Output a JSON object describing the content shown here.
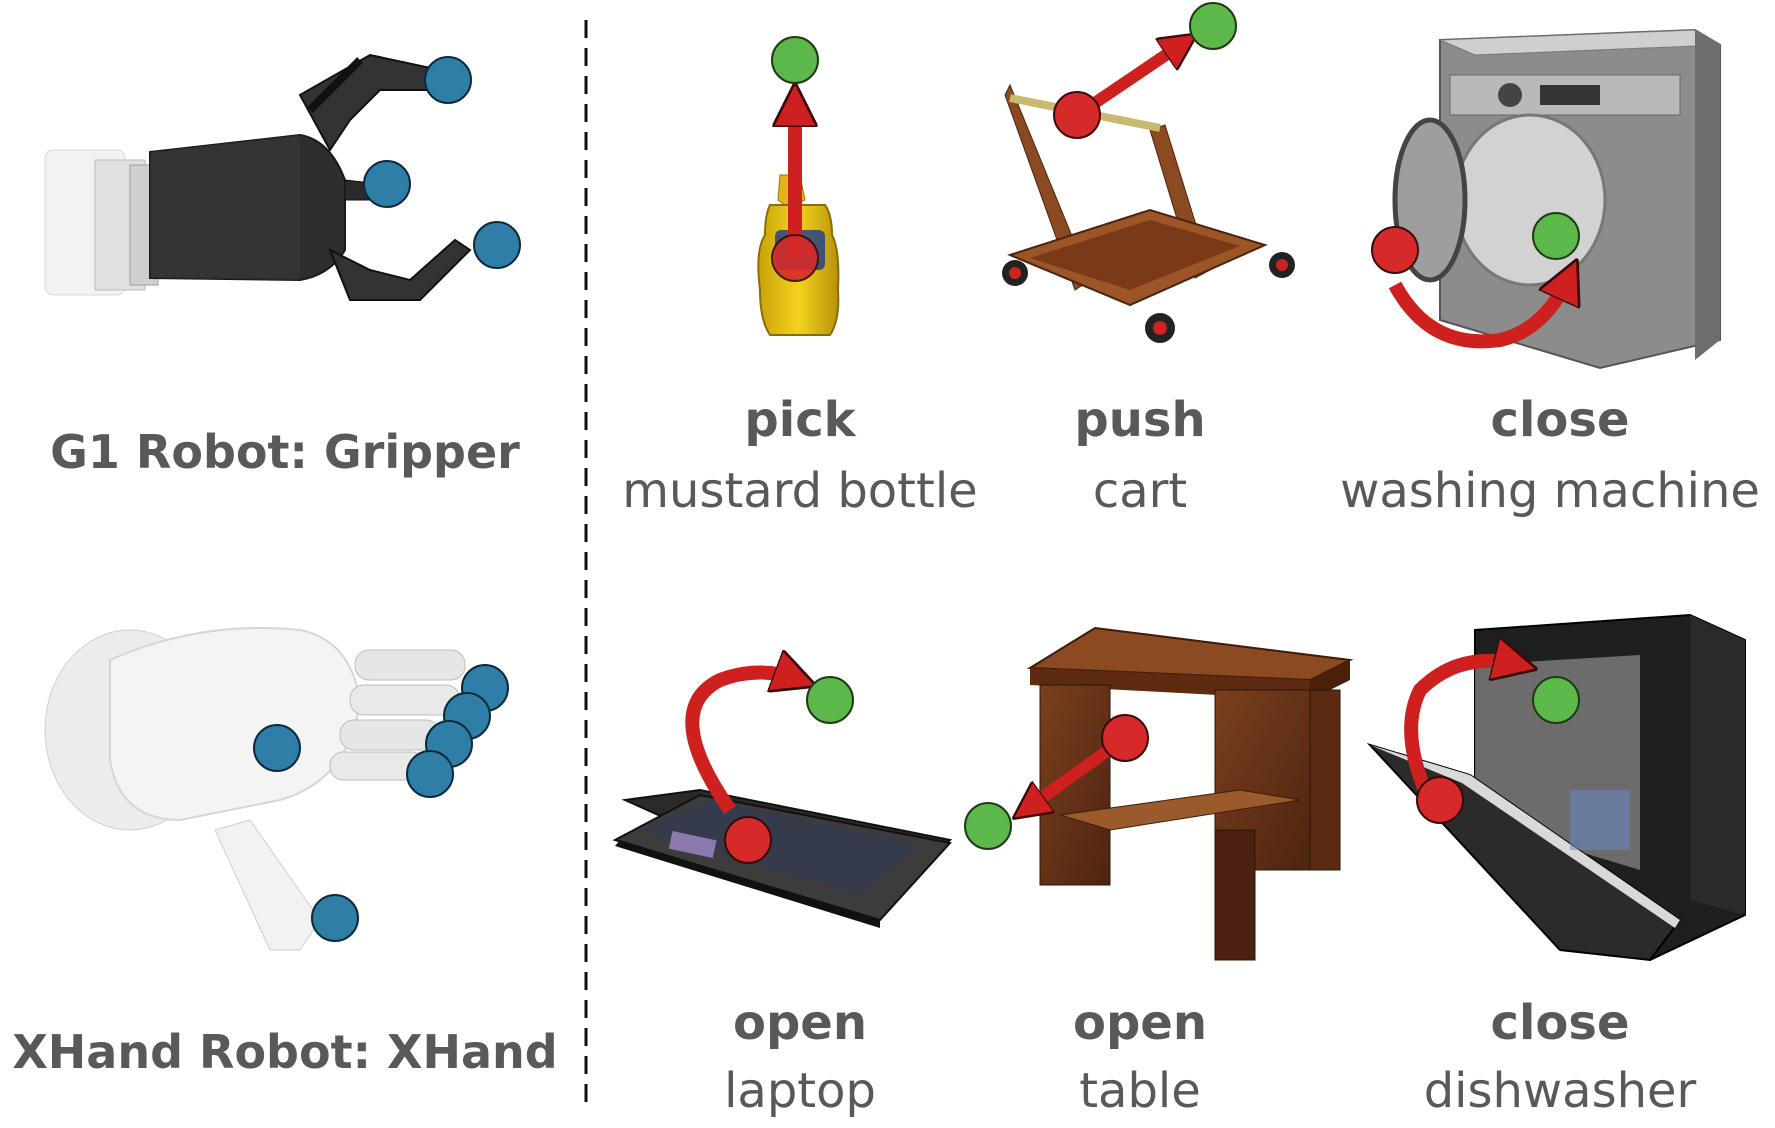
{
  "robots": [
    {
      "title": "G1 Robot: Gripper",
      "hand": "gripper"
    },
    {
      "title": "XHand Robot: XHand",
      "hand": "xhand"
    }
  ],
  "tasks": [
    {
      "verb": "pick",
      "object": "mustard bottle"
    },
    {
      "verb": "push",
      "object": "cart"
    },
    {
      "verb": "close",
      "object": "washing machine"
    },
    {
      "verb": "open",
      "object": "laptop"
    },
    {
      "verb": "open",
      "object": "table"
    },
    {
      "verb": "close",
      "object": "dishwasher"
    }
  ],
  "colors": {
    "text": "#595959",
    "start_marker": "#d62a2a",
    "goal_marker": "#5cb84a",
    "contact_point": "#2f7ea8",
    "arrow": "#cf2020"
  }
}
